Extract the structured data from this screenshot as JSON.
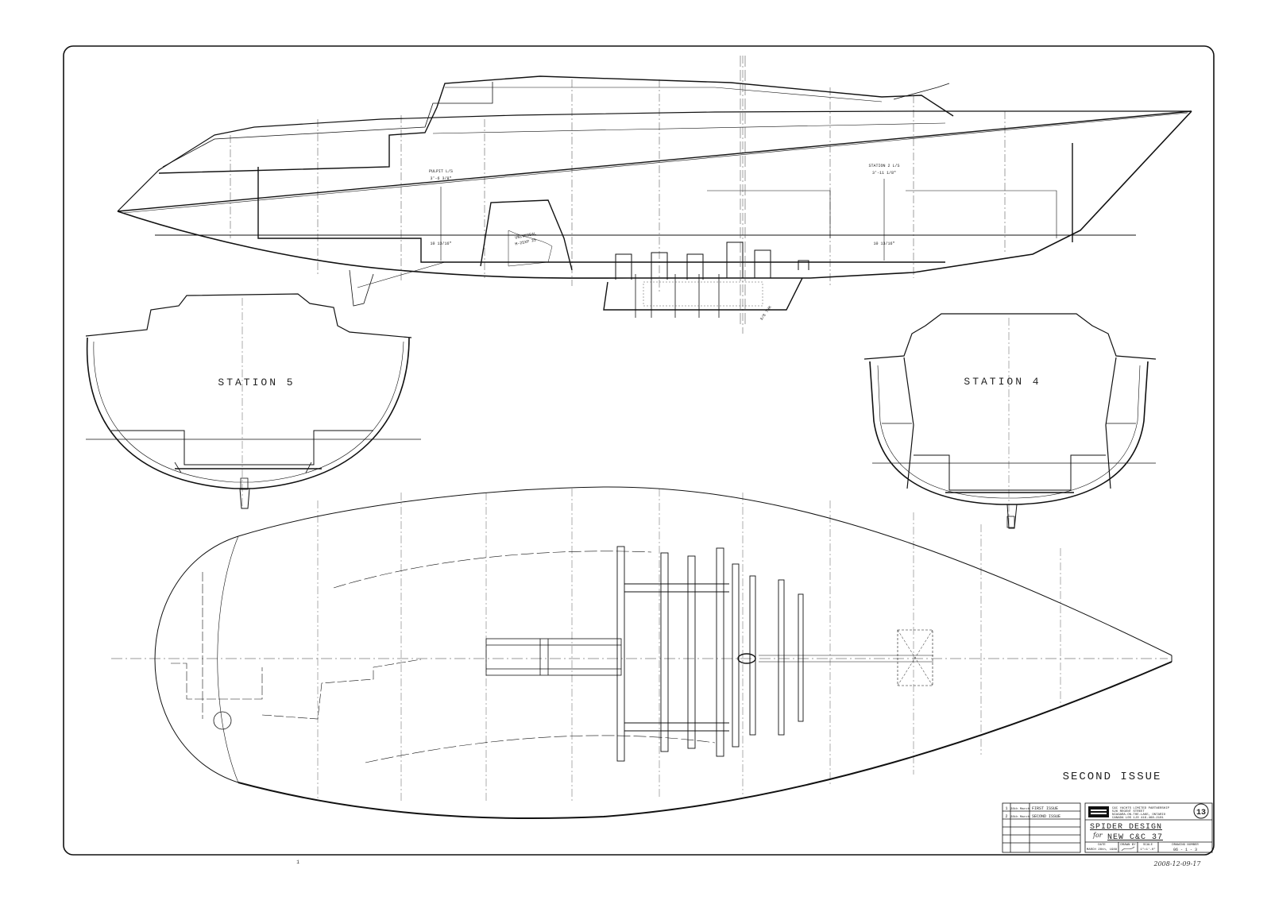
{
  "profile": {
    "dim_aft_label": "PULPIT L/S",
    "dim_aft_value": "3'-6 3/8\"",
    "dim_fwd_label": "STATION 2 L/S",
    "dim_fwd_value": "3'-11 1/8\"",
    "waterline_aft": "10 13/16\"",
    "waterline_fwd": "10 13/16\"",
    "engine_label_1": "UNIVERSAL",
    "engine_label_2": "M-25XP 25",
    "keel_note": "3/8 THK"
  },
  "sections": {
    "station5": "STATION 5",
    "station4": "STATION 4"
  },
  "issue_label": "SECOND ISSUE",
  "revisions": [
    {
      "mark": "1",
      "date": "28th March",
      "text": "FIRST ISSUE"
    },
    {
      "mark": "2",
      "date": "28th March",
      "text": "SECOND ISSUE"
    }
  ],
  "title_block": {
    "company_line1": "C&C YACHTS LIMITED PARTNERSHIP",
    "company_line2": "526 REGENT STREET",
    "company_line3": "NIAGARA-ON-THE-LAKE, ONTARIO",
    "company_line4": "CANADA L0S 1J0 416-468-2101",
    "title": "SPIDER DESIGN",
    "for_label": "for",
    "project": "NEW C&C 37",
    "sheet_no": "13",
    "date_label": "DATE",
    "date_value": "MARCH 28th, 1988",
    "drawn_label": "DRAWN BY",
    "scale_label": "SCALE",
    "scale_value": "1\"=1'-0\"",
    "drawing_label": "DRAWING NUMBER",
    "drawing_value": "06 - 1 - 3"
  },
  "stamp": "2008-12-09-17",
  "margin_mark": "1"
}
